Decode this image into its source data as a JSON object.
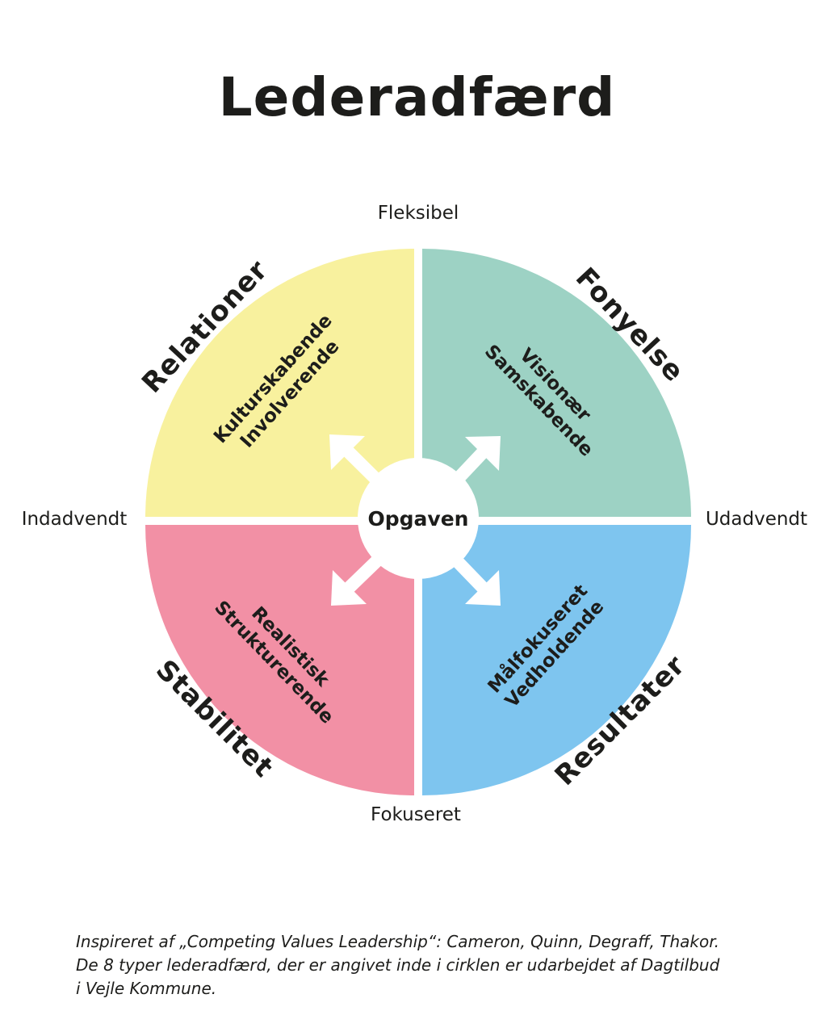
{
  "title": "Lederadfærd",
  "axes": {
    "top": "Fleksibel",
    "bottom": "Fokuseret",
    "left": "Indadvendt",
    "right": "Udadvendt"
  },
  "center": "Opgaven",
  "quadrants": [
    {
      "name": "Relationer",
      "inner": [
        "Kulturskabende",
        "Involverende"
      ],
      "color": "#f8f19e"
    },
    {
      "name": "Fonyelse",
      "inner": [
        "Visionær",
        "Samskabende"
      ],
      "color": "#9dd2c4"
    },
    {
      "name": "Stabilitet",
      "inner": [
        "Realistisk",
        "Strukturerende"
      ],
      "color": "#f290a5"
    },
    {
      "name": "Resultater",
      "inner": [
        "Målfokuseret",
        "Vedholdende"
      ],
      "color": "#7ec5ef"
    }
  ],
  "footnote": [
    "Inspireret af „Competing Values Leadership“: Cameron, Quinn, Degraff, Thakor.",
    "De 8 typer lederadfærd, der er angivet inde i cirklen er udarbejdet af Dagtilbud",
    "i Vejle Kommune."
  ]
}
